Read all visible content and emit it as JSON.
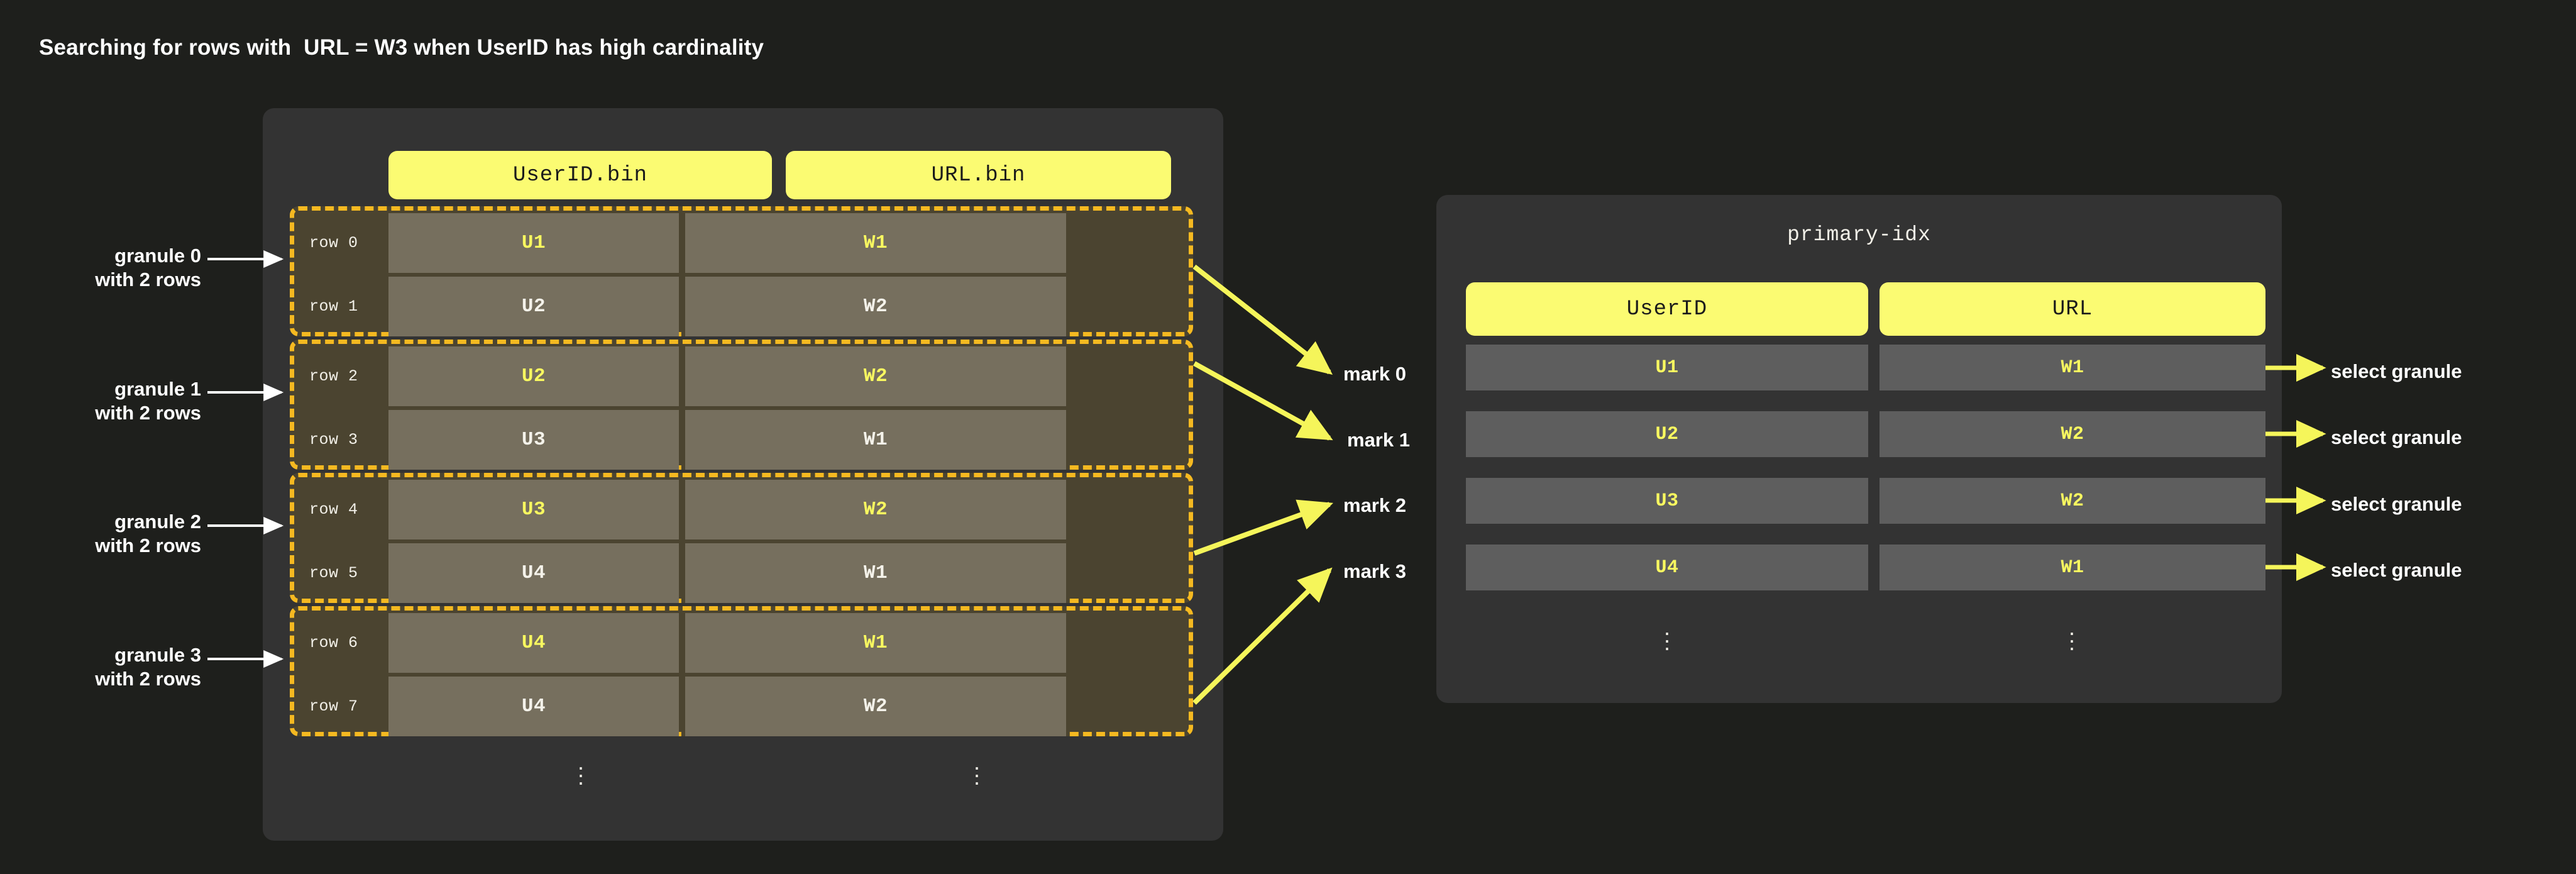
{
  "title": "Searching for rows with  URL = W3 when UserID has high cardinality",
  "colors": {
    "background": "#1e1f1c",
    "panel": "#333333",
    "chip": "#fbfb72",
    "granule_border": "#f5b921",
    "granule_fill": "#4b4430",
    "cell": "#766f5e",
    "index_cell": "#5e5e5e",
    "highlight_text": "#f8f860",
    "normal_text": "#f4f2ea",
    "arrow": "#f5f55a",
    "annotation_arrow": "#ffffff"
  },
  "parts_panel": {
    "columns": [
      {
        "label": "UserID.bin"
      },
      {
        "label": "URL.bin"
      }
    ],
    "granules": [
      {
        "annotation": [
          "granule 0",
          "with 2 rows"
        ],
        "rows": [
          {
            "row_label": "row 0",
            "userid": "U1",
            "url": "W1",
            "highlighted": true
          },
          {
            "row_label": "row 1",
            "userid": "U2",
            "url": "W2",
            "highlighted": false
          }
        ]
      },
      {
        "annotation": [
          "granule 1",
          "with 2 rows"
        ],
        "rows": [
          {
            "row_label": "row 2",
            "userid": "U2",
            "url": "W2",
            "highlighted": true
          },
          {
            "row_label": "row 3",
            "userid": "U3",
            "url": "W1",
            "highlighted": false
          }
        ]
      },
      {
        "annotation": [
          "granule 2",
          "with 2 rows"
        ],
        "rows": [
          {
            "row_label": "row 4",
            "userid": "U3",
            "url": "W2",
            "highlighted": true
          },
          {
            "row_label": "row 5",
            "userid": "U4",
            "url": "W1",
            "highlighted": false
          }
        ]
      },
      {
        "annotation": [
          "granule 3",
          "with 2 rows"
        ],
        "rows": [
          {
            "row_label": "row 6",
            "userid": "U4",
            "url": "W1",
            "highlighted": true
          },
          {
            "row_label": "row 7",
            "userid": "U4",
            "url": "W2",
            "highlighted": false
          }
        ]
      }
    ],
    "ellipsis": "⋮"
  },
  "marks": [
    {
      "label": "mark 0"
    },
    {
      "label": "mark 1"
    },
    {
      "label": "mark 2"
    },
    {
      "label": "mark 3"
    }
  ],
  "index_panel": {
    "title": "primary-idx",
    "columns": [
      {
        "label": "UserID"
      },
      {
        "label": "URL"
      }
    ],
    "rows": [
      {
        "userid": "U1",
        "url": "W1"
      },
      {
        "userid": "U2",
        "url": "W2"
      },
      {
        "userid": "U3",
        "url": "W2"
      },
      {
        "userid": "U4",
        "url": "W1"
      }
    ],
    "ellipsis": "⋮"
  },
  "select_labels": [
    {
      "label": "select granule"
    },
    {
      "label": "select granule"
    },
    {
      "label": "select granule"
    },
    {
      "label": "select granule"
    }
  ]
}
